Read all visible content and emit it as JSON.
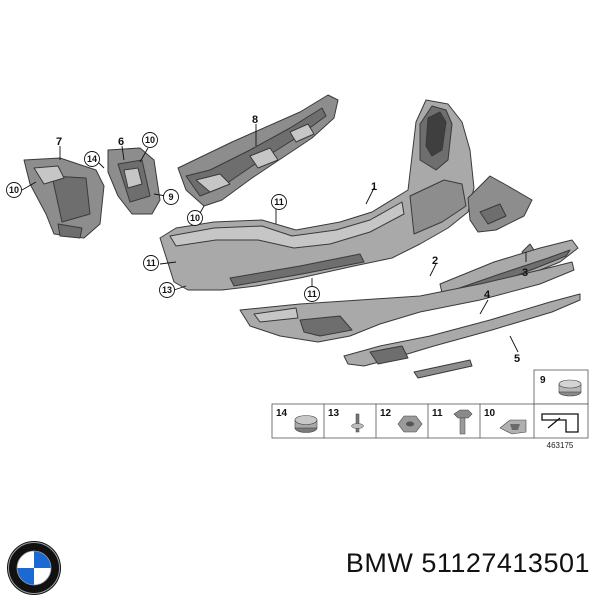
{
  "callouts": {
    "c1": "1",
    "c2": "2",
    "c3": "3",
    "c4": "4",
    "c5": "5",
    "c6": "6",
    "c7": "7",
    "c8": "8",
    "c9": "9",
    "c10": "10",
    "c11": "11",
    "c13": "13",
    "c14": "14"
  },
  "legend": {
    "cells": [
      "14",
      "13",
      "12",
      "11",
      "10"
    ],
    "top_cell": "9",
    "doc_number": "463175"
  },
  "footer": {
    "brand": "BMW",
    "part_number": "51127413501",
    "logo": "bmw-roundel-logo"
  },
  "colors": {
    "part_gray": "#a9a9a9",
    "shadow_gray": "#6e6e6e",
    "logo_blue": "#1c69d4"
  }
}
